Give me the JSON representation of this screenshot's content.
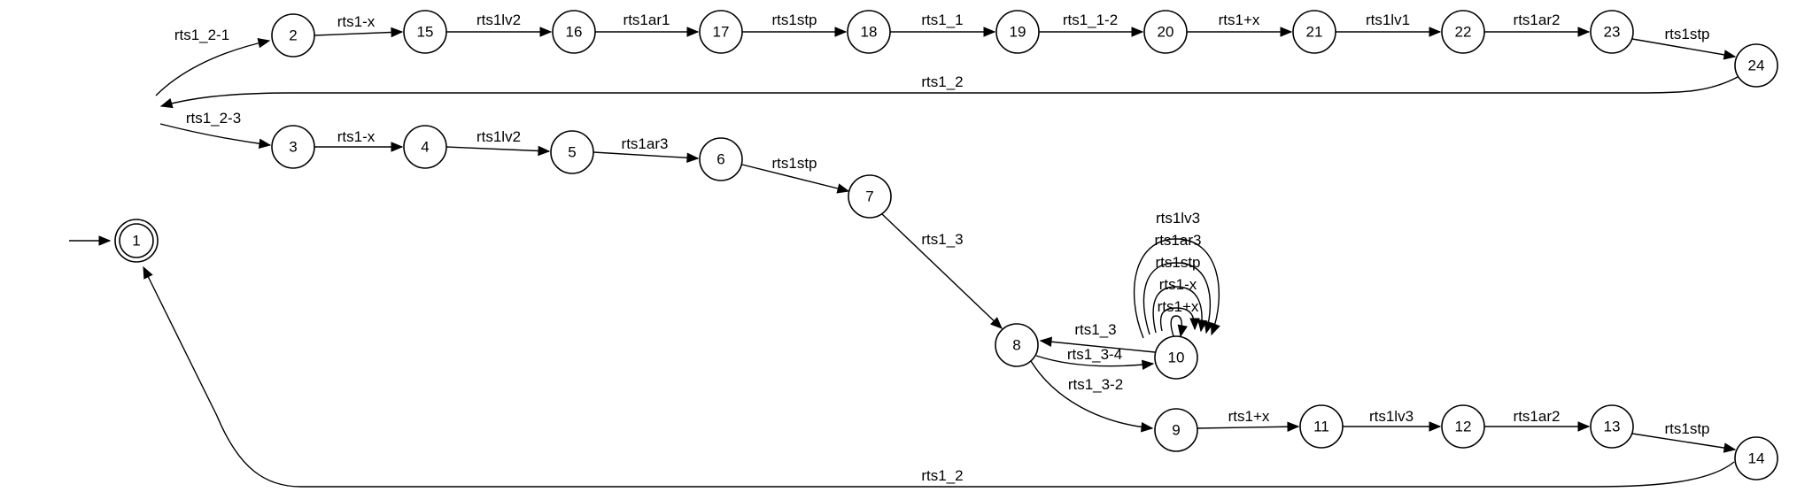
{
  "diagram": {
    "type": "state-machine",
    "initial_state": "1",
    "accepting_states": [
      "1"
    ],
    "states": [
      "1",
      "2",
      "3",
      "4",
      "5",
      "6",
      "7",
      "8",
      "9",
      "10",
      "11",
      "12",
      "13",
      "14",
      "15",
      "16",
      "17",
      "18",
      "19",
      "20",
      "21",
      "22",
      "23",
      "24"
    ],
    "transitions": [
      {
        "id": "e1",
        "from": "1",
        "to": "2",
        "label": "rts1_2-1"
      },
      {
        "id": "e2",
        "from": "2",
        "to": "15",
        "label": "rts1-x"
      },
      {
        "id": "e3",
        "from": "15",
        "to": "16",
        "label": "rts1lv2"
      },
      {
        "id": "e4",
        "from": "16",
        "to": "17",
        "label": "rts1ar1"
      },
      {
        "id": "e5",
        "from": "17",
        "to": "18",
        "label": "rts1stp"
      },
      {
        "id": "e6",
        "from": "18",
        "to": "19",
        "label": "rts1_1"
      },
      {
        "id": "e7",
        "from": "19",
        "to": "20",
        "label": "rts1_1-2"
      },
      {
        "id": "e8",
        "from": "20",
        "to": "21",
        "label": "rts1+x"
      },
      {
        "id": "e9",
        "from": "21",
        "to": "22",
        "label": "rts1lv1"
      },
      {
        "id": "e10",
        "from": "22",
        "to": "23",
        "label": "rts1ar2"
      },
      {
        "id": "e11",
        "from": "23",
        "to": "24",
        "label": "rts1stp"
      },
      {
        "id": "e12",
        "from": "24",
        "to": "1",
        "label": "rts1_2"
      },
      {
        "id": "e13",
        "from": "1",
        "to": "3",
        "label": "rts1_2-3"
      },
      {
        "id": "e14",
        "from": "3",
        "to": "4",
        "label": "rts1-x"
      },
      {
        "id": "e15",
        "from": "4",
        "to": "5",
        "label": "rts1lv2"
      },
      {
        "id": "e16",
        "from": "5",
        "to": "6",
        "label": "rts1ar3"
      },
      {
        "id": "e17",
        "from": "6",
        "to": "7",
        "label": "rts1stp"
      },
      {
        "id": "e18",
        "from": "7",
        "to": "8",
        "label": "rts1_3"
      },
      {
        "id": "e19",
        "from": "10",
        "to": "8",
        "label": "rts1_3"
      },
      {
        "id": "e20",
        "from": "8",
        "to": "10",
        "label": "rts1_3-4"
      },
      {
        "id": "e21",
        "from": "8",
        "to": "9",
        "label": "rts1_3-2"
      },
      {
        "id": "e22",
        "from": "10",
        "to": "10",
        "label": "rts1lv3"
      },
      {
        "id": "e23",
        "from": "10",
        "to": "10",
        "label": "rts1ar3"
      },
      {
        "id": "e24",
        "from": "10",
        "to": "10",
        "label": "rts1stp"
      },
      {
        "id": "e25",
        "from": "10",
        "to": "10",
        "label": "rts1-x"
      },
      {
        "id": "e26",
        "from": "10",
        "to": "10",
        "label": "rts1+x"
      },
      {
        "id": "e27",
        "from": "9",
        "to": "11",
        "label": "rts1+x"
      },
      {
        "id": "e28",
        "from": "11",
        "to": "12",
        "label": "rts1lv3"
      },
      {
        "id": "e29",
        "from": "12",
        "to": "13",
        "label": "rts1ar2"
      },
      {
        "id": "e30",
        "from": "13",
        "to": "14",
        "label": "rts1stp"
      },
      {
        "id": "e31",
        "from": "14",
        "to": "1",
        "label": "rts1_2"
      }
    ]
  }
}
